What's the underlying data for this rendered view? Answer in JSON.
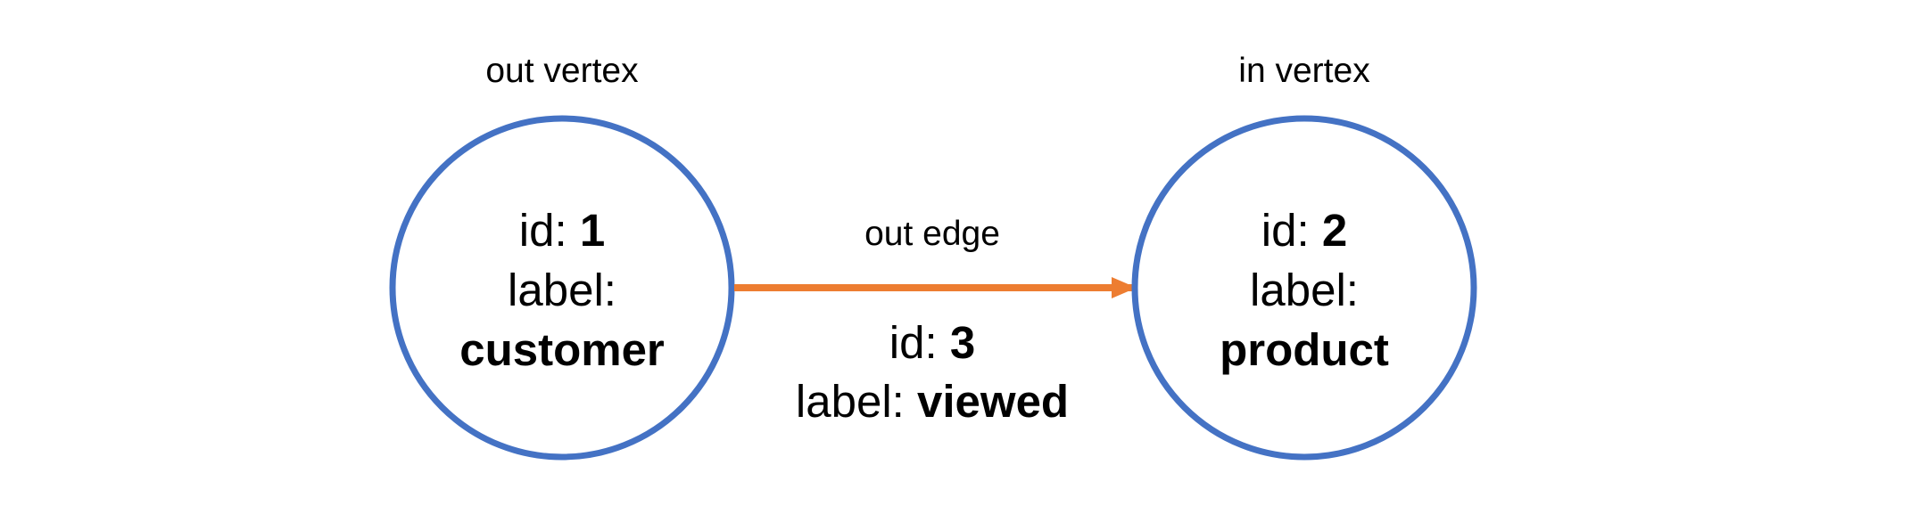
{
  "colors": {
    "vertex_stroke": "#4472C4",
    "edge_stroke": "#ED7D31",
    "text": "#000000",
    "background": "#FFFFFF"
  },
  "out_vertex": {
    "caption": "out vertex",
    "id_prefix": "id: ",
    "id_value": "1",
    "label_prefix": "label:",
    "label_value": "customer"
  },
  "in_vertex": {
    "caption": "in vertex",
    "id_prefix": "id: ",
    "id_value": "2",
    "label_prefix": "label:",
    "label_value": "product"
  },
  "edge": {
    "caption": "out edge",
    "id_prefix": "id: ",
    "id_value": "3",
    "label_prefix": "label: ",
    "label_value": "viewed",
    "direction": "out-vertex-to-in-vertex"
  }
}
